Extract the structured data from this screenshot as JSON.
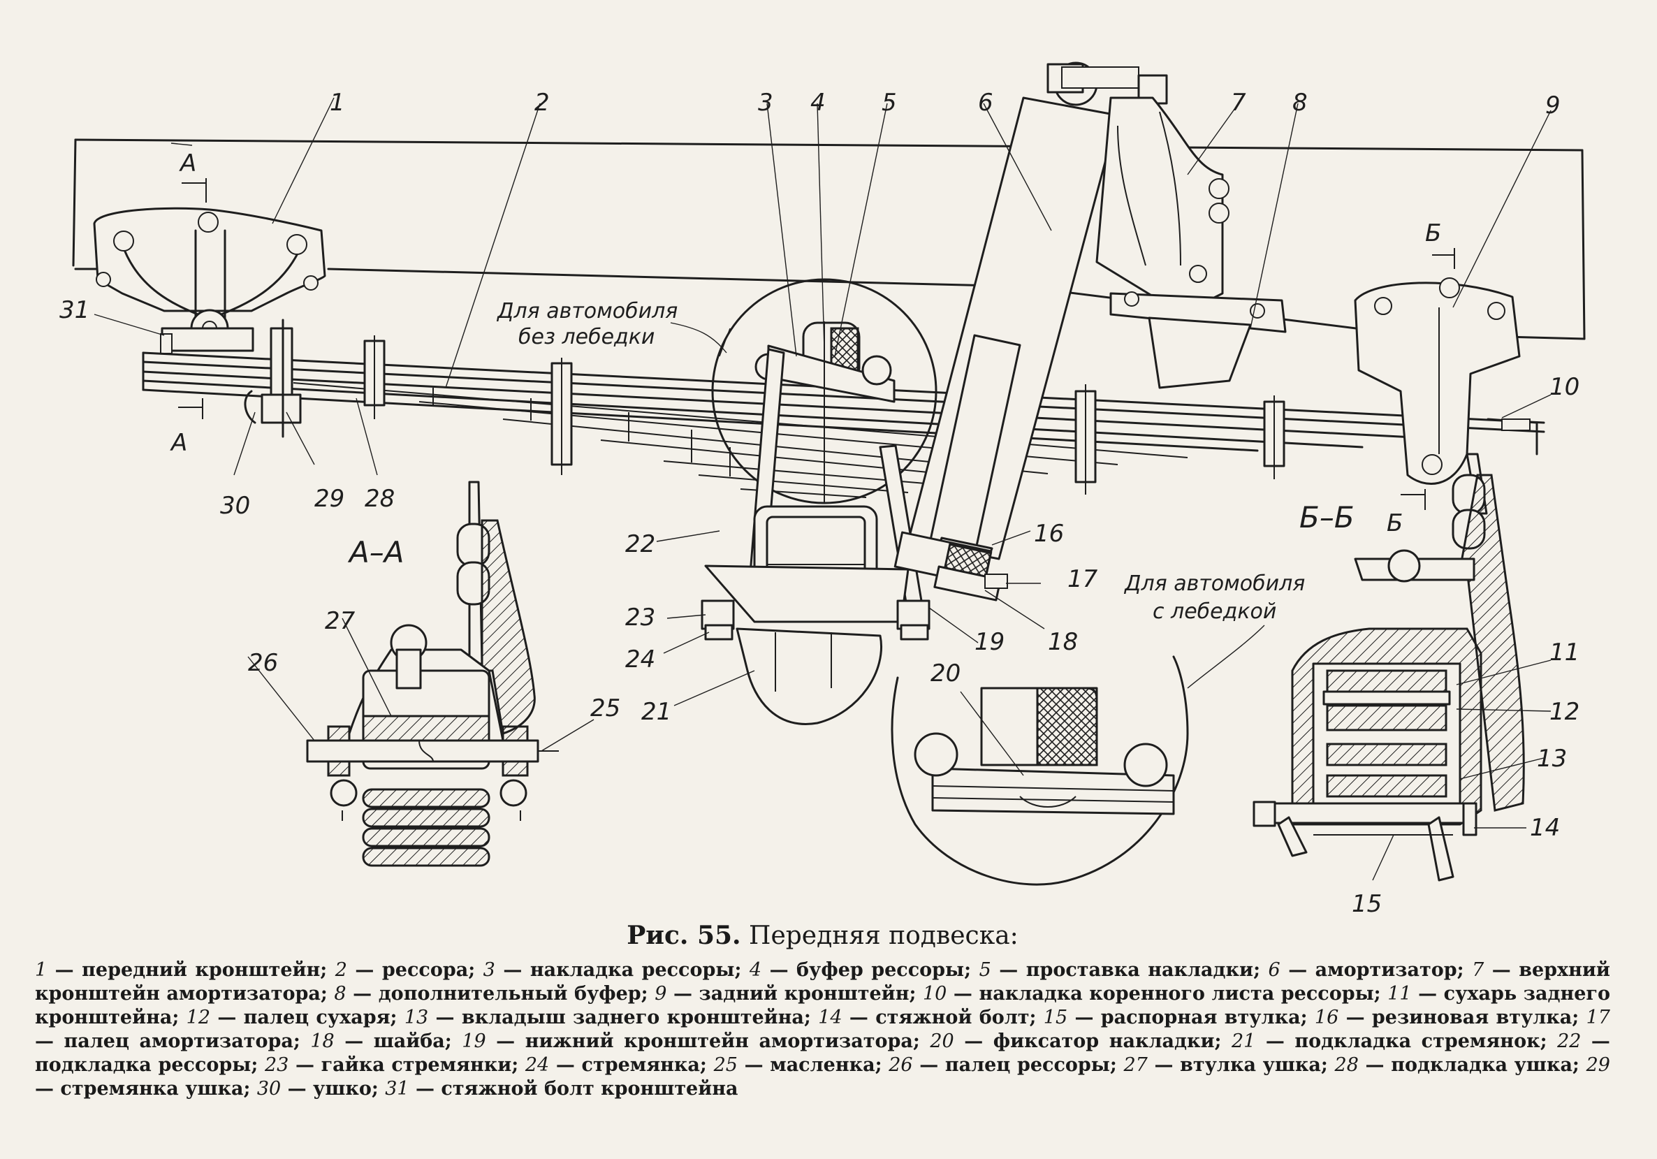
{
  "figure": {
    "number": "Рис. 55.",
    "title": "Передняя подвеска:"
  },
  "notes": {
    "without_winch_line1": "Для автомобиля",
    "without_winch_line2": "без лебедки",
    "with_winch_line1": "Для автомобиля",
    "with_winch_line2": "с лебедкой"
  },
  "section_labels": {
    "aa_title": "А–А",
    "bb_title": "Б–Б",
    "a_top": "А",
    "a_bottom": "А",
    "b_top": "Б",
    "b_bottom": "Б"
  },
  "callouts": [
    "1",
    "2",
    "3",
    "4",
    "5",
    "6",
    "7",
    "8",
    "9",
    "10",
    "11",
    "12",
    "13",
    "14",
    "15",
    "16",
    "17",
    "18",
    "19",
    "20",
    "21",
    "22",
    "23",
    "24",
    "25",
    "26",
    "27",
    "28",
    "29",
    "30",
    "31"
  ],
  "legend": [
    {
      "n": "1",
      "text": "передний кронштейн;"
    },
    {
      "n": "2",
      "text": "рессора;"
    },
    {
      "n": "3",
      "text": "накладка рессоры;"
    },
    {
      "n": "4",
      "text": "буфер рессоры;"
    },
    {
      "n": "5",
      "text": "проставка накладки;"
    },
    {
      "n": "6",
      "text": "амортизатор;"
    },
    {
      "n": "7",
      "text": "верхний кронштейн амортизатора;"
    },
    {
      "n": "8",
      "text": "дополнительный буфер;"
    },
    {
      "n": "9",
      "text": "задний кронштейн;"
    },
    {
      "n": "10",
      "text": "накладка коренного листа рессоры;"
    },
    {
      "n": "11",
      "text": "сухарь заднего кронштейна;"
    },
    {
      "n": "12",
      "text": "палец сухаря;"
    },
    {
      "n": "13",
      "text": "вкладыш заднего кронштейна;"
    },
    {
      "n": "14",
      "text": "стяжной болт;"
    },
    {
      "n": "15",
      "text": "распорная втулка;"
    },
    {
      "n": "16",
      "text": "резиновая втулка;"
    },
    {
      "n": "17",
      "text": "палец амортизатора;"
    },
    {
      "n": "18",
      "text": "шайба;"
    },
    {
      "n": "19",
      "text": "нижний кронштейн амортизатора;"
    },
    {
      "n": "20",
      "text": "фиксатор накладки;"
    },
    {
      "n": "21",
      "text": "подкладка стремянок;"
    },
    {
      "n": "22",
      "text": "подкладка рессоры;"
    },
    {
      "n": "23",
      "text": "гайка стремянки;"
    },
    {
      "n": "24",
      "text": "стремянка;"
    },
    {
      "n": "25",
      "text": "масленка;"
    },
    {
      "n": "26",
      "text": "палец рессоры;"
    },
    {
      "n": "27",
      "text": "втулка ушка;"
    },
    {
      "n": "28",
      "text": "подкладка ушка;"
    },
    {
      "n": "29",
      "text": "стремянка ушка;"
    },
    {
      "n": "30",
      "text": "ушко;"
    },
    {
      "n": "31",
      "text": "стяжной болт кронштейна"
    }
  ],
  "legend_dash": "—",
  "colors": {
    "paper": "#f4f1ea",
    "ink": "#1e1e1e"
  }
}
